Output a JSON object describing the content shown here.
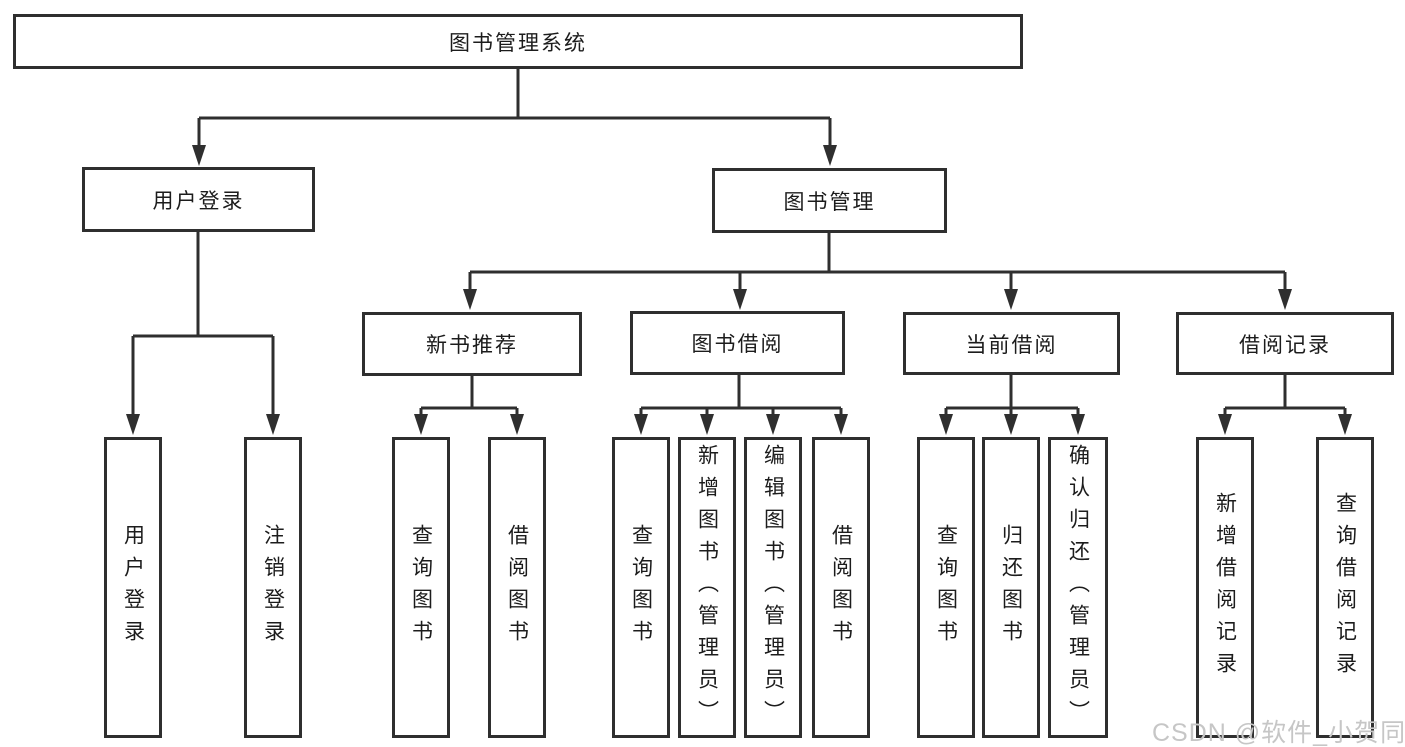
{
  "diagram": {
    "title": "图书管理系统",
    "tree": {
      "label": "图书管理系统",
      "children": [
        {
          "label": "用户登录",
          "children": [
            {
              "label": "用户登录"
            },
            {
              "label": "注销登录"
            }
          ]
        },
        {
          "label": "图书管理",
          "children": [
            {
              "label": "新书推荐",
              "children": [
                {
                  "label": "查询图书"
                },
                {
                  "label": "借阅图书"
                }
              ]
            },
            {
              "label": "图书借阅",
              "children": [
                {
                  "label": "查询图书"
                },
                {
                  "label": "新增图书（管理员）"
                },
                {
                  "label": "编辑图书（管理员）"
                },
                {
                  "label": "借阅图书"
                }
              ]
            },
            {
              "label": "当前借阅",
              "children": [
                {
                  "label": "查询图书"
                },
                {
                  "label": "归还图书"
                },
                {
                  "label": "确认归还（管理员）"
                }
              ]
            },
            {
              "label": "借阅记录",
              "children": [
                {
                  "label": "新增借阅记录"
                },
                {
                  "label": "查询借阅记录"
                }
              ]
            }
          ]
        }
      ]
    }
  },
  "watermark": {
    "text": "CSDN @软件_小贺同学"
  },
  "colors": {
    "line": "#2f2f2f",
    "text": "#1c1c1c",
    "watermark": "#c6c6c6",
    "background": "#ffffff"
  }
}
